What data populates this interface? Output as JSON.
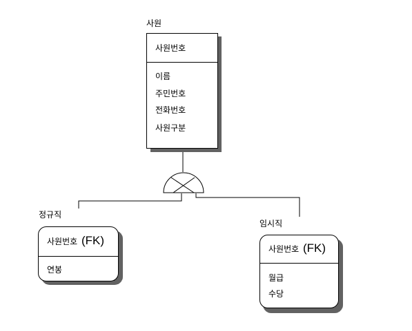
{
  "entities": {
    "parent": {
      "name": "사원",
      "key": "사원번호",
      "attributes": [
        "이름",
        "주민번호",
        "전화번호",
        "사원구분"
      ]
    },
    "child_left": {
      "name": "정규직",
      "key": "사원번호",
      "key_suffix": "(FK)",
      "attributes": [
        "연봉"
      ]
    },
    "child_right": {
      "name": "임시직",
      "key": "사원번호",
      "key_suffix": "(FK)",
      "attributes": [
        "월급",
        "수당"
      ]
    }
  }
}
